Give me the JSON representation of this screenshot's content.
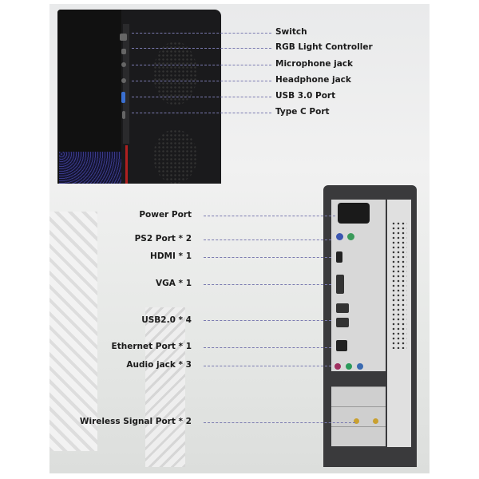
{
  "front_labels": [
    "Switch",
    "RGB Light Controller",
    "Microphone jack",
    "Headphone jack",
    "USB 3.0 Port",
    "Type C Port"
  ],
  "rear_labels": [
    "Power Port",
    "PS2 Port * 2",
    "HDMI * 1",
    "VGA * 1",
    "USB2.0 * 4",
    "Ethernet Port * 1",
    "Audio jack * 3",
    "Wireless Signal Port * 2"
  ],
  "colors": {
    "leader": "#7a7ab0",
    "label": "#1b1b1b",
    "case": "#1a1a1c",
    "accent_red": "#b02020"
  }
}
